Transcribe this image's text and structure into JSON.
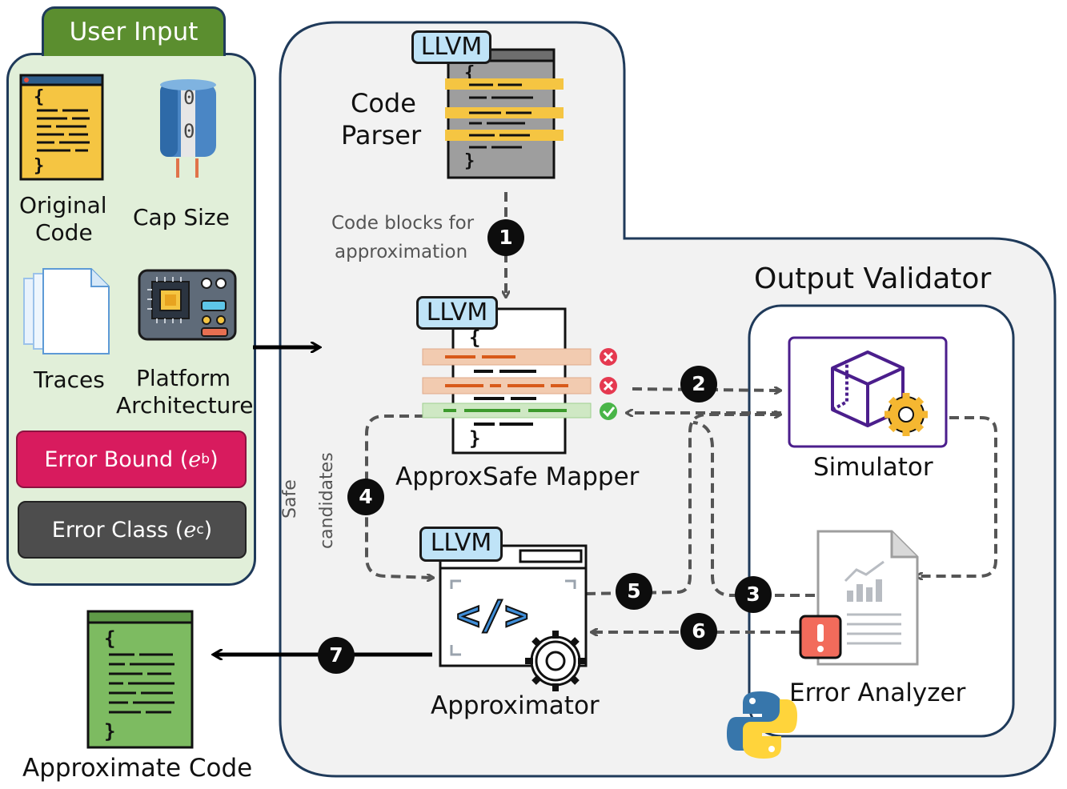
{
  "user_input": {
    "title": "User Input",
    "original_code_line1": "Original",
    "original_code_line2": "Code",
    "cap_size": "Cap Size",
    "cap_digit_top": "0",
    "cap_digit_bottom": "0",
    "traces": "Traces",
    "platform_line1": "Platform",
    "platform_line2": "Architecture",
    "error_bound_text": "Error Bound (",
    "error_bound_var": "e",
    "error_bound_sub": "b",
    "error_class_text": "Error Class (",
    "error_class_var": "e",
    "error_class_sub": "c",
    "close_paren": ")"
  },
  "code_parser": {
    "badge": "LLVM",
    "label_line1": "Code",
    "label_line2": "Parser"
  },
  "mapper": {
    "badge": "LLVM",
    "label": "ApproxSafe Mapper"
  },
  "approximator": {
    "badge": "LLVM",
    "label": "Approximator",
    "code_glyph": "</>"
  },
  "output_validator": {
    "title": "Output Validator",
    "simulator": "Simulator",
    "error_analyzer": "Error Analyzer"
  },
  "flow": {
    "code_blocks_line1": "Code blocks for",
    "code_blocks_line2": "approximation",
    "safe_line1": "Safe",
    "safe_line2": "candidates",
    "steps": [
      "1",
      "2",
      "3",
      "4",
      "5",
      "6",
      "7"
    ]
  },
  "output": {
    "label": "Approximate Code"
  },
  "colors": {
    "user_tab": "#5b8e2f",
    "user_panel": "#e1efd9",
    "error_bound": "#d81b5e",
    "error_class": "#4d4d4d",
    "llvm_badge": "#bfe3f7",
    "highlight_yellow": "#f5c542",
    "reject_orange": "#f2cbb0",
    "accept_green": "#cfe8c4",
    "simulator_purple": "#4b1e8c",
    "approx_code_green": "#7dbb61"
  }
}
